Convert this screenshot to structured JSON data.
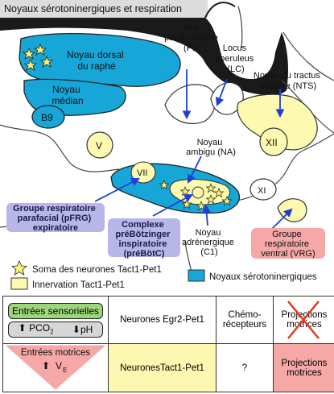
{
  "title": "Noyaux sérotoninergiques et respiration",
  "labels": {
    "raphe": [
      "Noyau dorsal",
      "du raphé"
    ],
    "median": [
      "Noyau",
      "médian"
    ],
    "b9": "B9",
    "pb": [
      "Aire",
      "parabrachiale",
      "(PB)"
    ],
    "lc": [
      "Locus",
      "coeruleus",
      "(LC)"
    ],
    "nts": [
      "Noyau du tractus",
      "solitaire (NTS)"
    ],
    "v": "V",
    "xii": "XII",
    "na": [
      "Noyau",
      "ambigu (NA)"
    ],
    "vii": "VII",
    "xi": "XI",
    "pfrg": [
      "Groupe respiratoire",
      "parafacial (pFRG)",
      "expiratoire"
    ],
    "prebotc": [
      "Complexe",
      "préBötzinger",
      "inspiratoire",
      "(préBötC)"
    ],
    "c1": [
      "Noyau",
      "adrénergique",
      "(C1)"
    ],
    "vrg": [
      "Groupe",
      "respiratoire",
      "ventral (VRG)"
    ]
  },
  "key": {
    "soma": "Soma des neurones Tact1-Pet1",
    "innervation": "Innervation Tact1-Pet1",
    "serotonin": "Noyaux sérotoninergiques"
  },
  "table": {
    "sensory": "Entrées sensorielles",
    "pco2": "PCO",
    "pco2_sub": "2",
    "ph": "pH",
    "motor": "Entrées motrices",
    "ve": "V",
    "ve_sub": "E",
    "row1": {
      "neurons": "Neurones Egr2-Pet1",
      "chemo": [
        "Chémo-",
        "récepteurs"
      ],
      "proj": [
        "Projections",
        "motrices"
      ]
    },
    "row2": {
      "neurons": "NeuronesTact1-Pet1",
      "chemo": "?",
      "proj": [
        "Projections",
        "motrices"
      ]
    }
  },
  "colors": {
    "serotonin_blue": "#16a6d8",
    "innervation_yellow": "#fdf9b0",
    "star_yellow": "#fbf27a",
    "sensory_green": "#9bd67a",
    "pink": "#f5a8a6",
    "label_bg": "#b8b6e8",
    "arrow_blue": "#1d3fd6",
    "cross_red": "#e03a1e"
  },
  "icons": {
    "soma": "star-icon",
    "arrow_up": "arrow-up-icon",
    "arrow_down": "arrow-down-icon",
    "cross": "cross-icon"
  }
}
